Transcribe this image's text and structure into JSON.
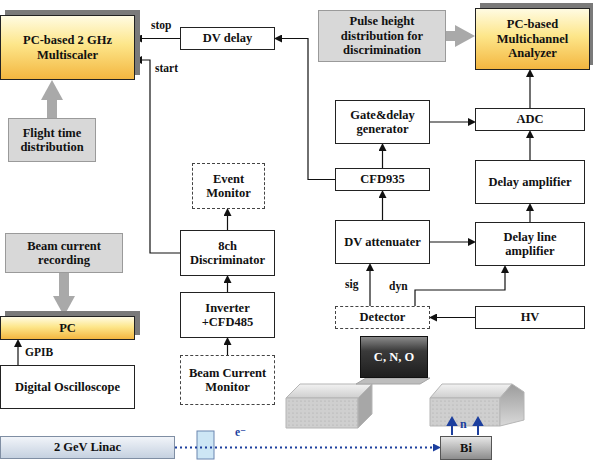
{
  "diagram": {
    "nodes": [
      {
        "text": [
          "PC-based 2 GHz Multiscaler"
        ]
      },
      {
        "text": [
          "Flight time distribution"
        ]
      },
      {
        "text": [
          "DV delay"
        ]
      },
      {
        "text": [
          "Pulse height distribution for discrimination"
        ]
      },
      {
        "text": [
          "PC-based Multichannel Analyzer"
        ]
      },
      {
        "text": [
          "Event Monitor"
        ]
      },
      {
        "text": [
          "Gate&delay generator"
        ]
      },
      {
        "text": [
          "ADC"
        ]
      },
      {
        "text": [
          "Beam current recording"
        ]
      },
      {
        "text": [
          "8ch Discriminator"
        ]
      },
      {
        "text": [
          "CFD935"
        ]
      },
      {
        "text": [
          "Delay amplifier"
        ]
      },
      {
        "text": [
          "PC"
        ]
      },
      {
        "text": [
          "Inverter +CFD485"
        ]
      },
      {
        "text": [
          "DV attenuater"
        ]
      },
      {
        "text": [
          "Delay line amplifier"
        ]
      },
      {
        "text": [
          "Detector"
        ]
      },
      {
        "text": [
          "HV"
        ]
      },
      {
        "text": [
          "Digital Oscilloscope"
        ]
      },
      {
        "text": [
          "Beam Current Monitor"
        ]
      },
      {
        "text": [
          "C, N, O"
        ]
      },
      {
        "text": [
          "2 GeV Linac"
        ]
      },
      {
        "text": [
          "Bi"
        ]
      }
    ],
    "edges": [
      {
        "from": 1,
        "to": 0,
        "arrow": "to"
      },
      {
        "from": 3,
        "to": 4,
        "arrow": "to"
      },
      {
        "from": 8,
        "to": 12,
        "arrow": "to"
      },
      {
        "from": 2,
        "to": 0,
        "label": "stop",
        "arrow": "to"
      },
      {
        "from": 9,
        "to": 0,
        "label": "start",
        "arrow": "to"
      },
      {
        "from": 9,
        "to": 5,
        "arrow": "to"
      },
      {
        "from": 13,
        "to": 9,
        "arrow": "to"
      },
      {
        "from": 19,
        "to": 13,
        "arrow": "to"
      },
      {
        "from": 18,
        "to": 12,
        "label": "GPIB",
        "arrow": "to"
      },
      {
        "from": 10,
        "to": 2,
        "arrow": "to"
      },
      {
        "from": 10,
        "to": 6,
        "arrow": "to"
      },
      {
        "from": 6,
        "to": 7,
        "arrow": "to"
      },
      {
        "from": 14,
        "to": 10,
        "arrow": "to"
      },
      {
        "from": 14,
        "to": 15,
        "arrow": "to"
      },
      {
        "from": 15,
        "to": 11,
        "arrow": "to"
      },
      {
        "from": 11,
        "to": 7,
        "arrow": "to"
      },
      {
        "from": 7,
        "to": 4,
        "arrow": "to"
      },
      {
        "from": 16,
        "to": 14,
        "label": "sig",
        "arrow": "to"
      },
      {
        "from": 16,
        "to": 15,
        "label": "dyn",
        "arrow": "to"
      },
      {
        "from": 17,
        "to": 16,
        "arrow": "to"
      },
      {
        "from": 21,
        "to": 22,
        "label": "e⁻",
        "arrow": "to"
      }
    ],
    "labels": [
      "n"
    ]
  }
}
